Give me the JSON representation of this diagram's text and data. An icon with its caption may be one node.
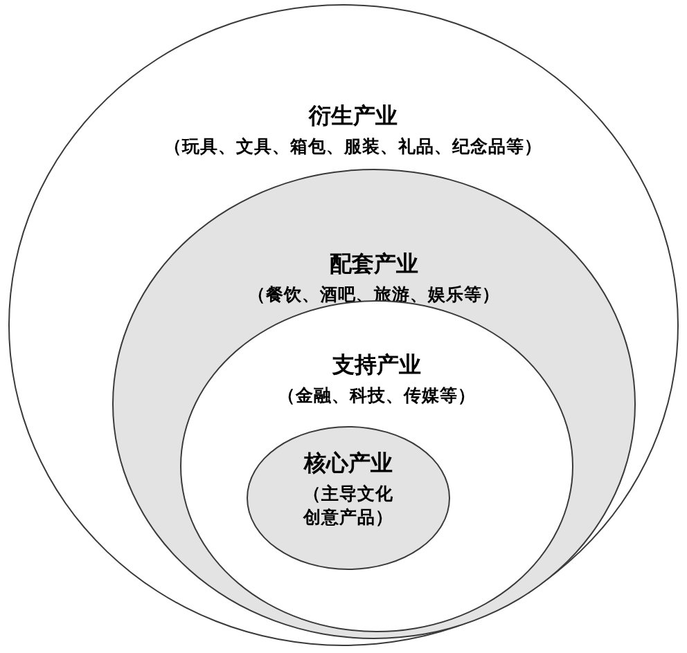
{
  "diagram": {
    "nodes": [
      {
        "text": [
          "衍生产业",
          "（玩具、文具、箱包、服装、礼品、纪念品等）"
        ]
      },
      {
        "text": [
          "配套产业",
          "（餐饮、酒吧、旅游、娱乐等）"
        ],
        "in": 0
      },
      {
        "text": [
          "支持产业",
          "（金融、科技、传媒等）"
        ],
        "in": 1
      },
      {
        "text": [
          "核心产业",
          "（主导文化创意产品）"
        ],
        "in": 2
      }
    ]
  }
}
